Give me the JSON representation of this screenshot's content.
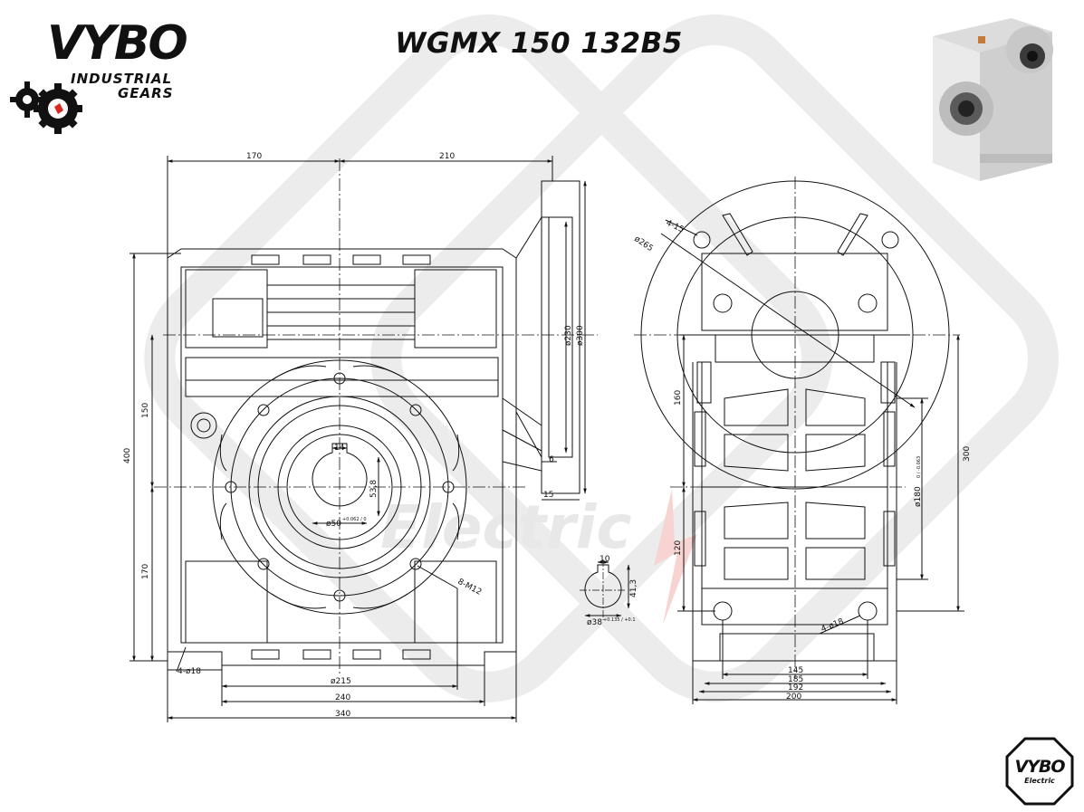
{
  "title": "WGMX 150 132B5",
  "brand": {
    "name": "VYBO",
    "line1": "INDUSTRIAL",
    "line2": "GEARS",
    "badge_name": "VYBO",
    "badge_sub": "Electric"
  },
  "watermark": {
    "text": "Electric",
    "color": "#d82a22"
  },
  "colors": {
    "line": "#111111",
    "accent": "#d82a22",
    "watermark": "#e6e6e6"
  },
  "front_view": {
    "dims": {
      "top_left": "170",
      "top_right": "210",
      "height_total": "400",
      "height_upper": "150",
      "height_lower": "170",
      "bore": "ø50",
      "bore_tol": "+0.062 / 0",
      "key_width": "14",
      "key_height": "53,8",
      "bolts": "8-M12",
      "feet_holes": "4-ø18",
      "pcd": "ø215",
      "base_inner": "240",
      "base_total": "340",
      "flange_pilot": "ø230",
      "flange_outer": "ø300",
      "flange_thk": "6",
      "flange_total": "15"
    }
  },
  "shaft_detail": {
    "dims": {
      "key_width": "10",
      "key_height": "41,3",
      "diameter": "ø38",
      "tol": "+0.135 / +0.1"
    }
  },
  "side_view": {
    "dims": {
      "holes_top": "4-15",
      "flange_diam": "ø265",
      "height_upper": "160",
      "height_total": "300",
      "spigot": "ø180",
      "spigot_tol": "0 / -0.063",
      "height_lower": "120",
      "feet_holes": "4-ø18",
      "base1": "145",
      "base2": "185",
      "base3": "192",
      "base4": "200"
    }
  }
}
